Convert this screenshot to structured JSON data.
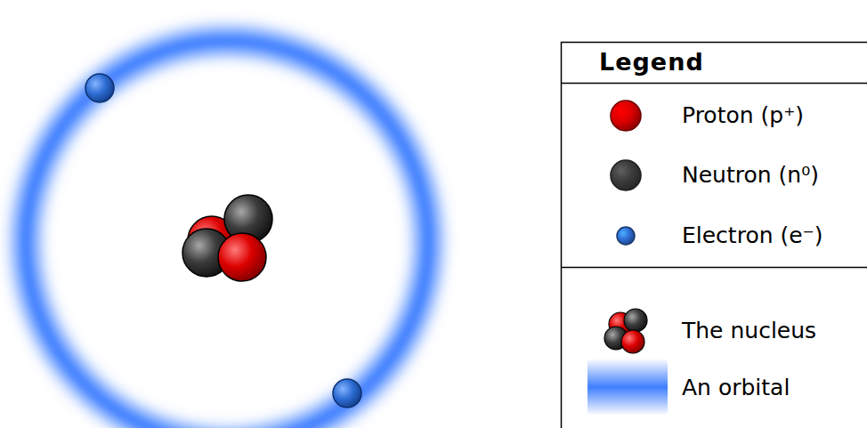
{
  "diagram": {
    "labels": [
      "Legend"
    ],
    "legend": [
      {
        "text": "Proton (p⁺)",
        "color": "#dd0000"
      },
      {
        "text": "Neutron (n⁰)",
        "color": "#3c3c3c"
      },
      {
        "text": "Electron (e⁻)",
        "color": "#2f6fd6"
      },
      {
        "text": "The nucleus"
      },
      {
        "text": "An orbital"
      }
    ]
  }
}
